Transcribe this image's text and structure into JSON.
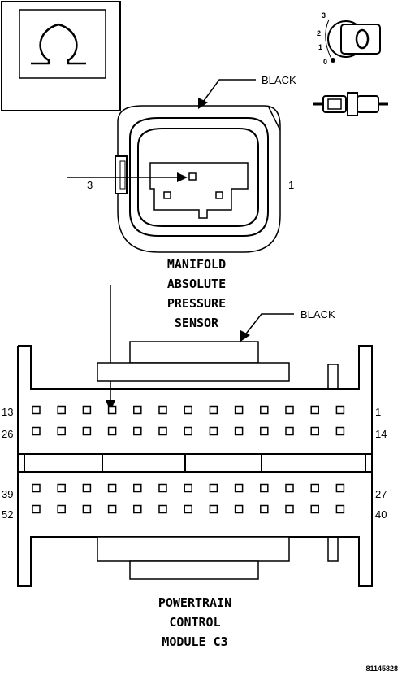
{
  "sensor": {
    "color_label": "BLACK",
    "pin_left": "3",
    "pin_right": "1",
    "title_lines": [
      "MANIFOLD",
      "ABSOLUTE",
      "PRESSURE",
      "SENSOR"
    ]
  },
  "key_switch": {
    "positions": [
      "3",
      "2",
      "1",
      "0"
    ]
  },
  "pcm": {
    "color_label": "BLACK",
    "row_labels": {
      "r1_left": "13",
      "r1_right": "1",
      "r2_left": "26",
      "r2_right": "14",
      "r3_left": "39",
      "r3_right": "27",
      "r4_left": "52",
      "r4_right": "40"
    },
    "title_lines": [
      "POWERTRAIN",
      "CONTROL",
      "MODULE C3"
    ]
  },
  "figure_id": "81145828"
}
